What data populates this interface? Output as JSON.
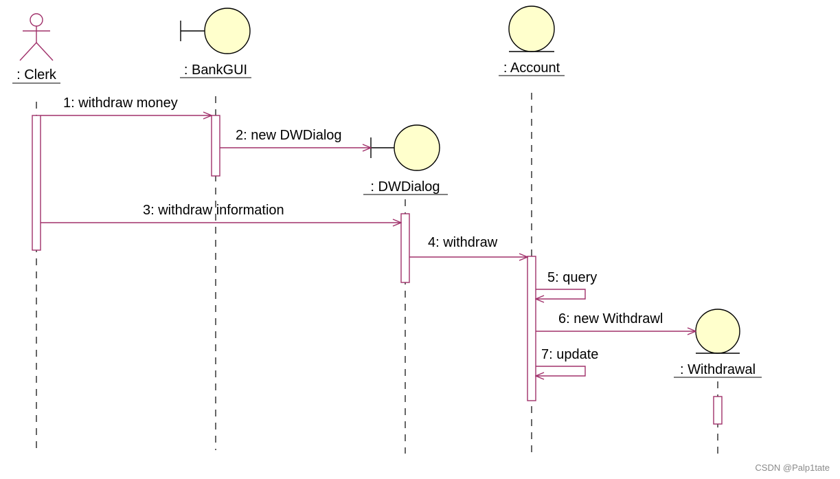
{
  "colors": {
    "message_line": "#a0306a",
    "activation_stroke": "#a0306a",
    "object_fill": "#ffffcc",
    "object_stroke": "#000000",
    "lifeline": "#000000",
    "text": "#000000",
    "watermark": "#8a8a8a"
  },
  "objects": {
    "clerk": {
      "label": ": Clerk",
      "icon": "actor-icon"
    },
    "bankgui": {
      "label": ": BankGUI",
      "icon": "boundary-icon"
    },
    "dwdialog": {
      "label": ": DWDialog",
      "icon": "boundary-icon"
    },
    "account": {
      "label": ": Account",
      "icon": "entity-icon"
    },
    "withdrawal": {
      "label": ": Withdrawal",
      "icon": "entity-icon"
    }
  },
  "messages": [
    {
      "label": "1: withdraw money"
    },
    {
      "label": "2: new DWDialog"
    },
    {
      "label": "3: withdraw information"
    },
    {
      "label": "4: withdraw"
    },
    {
      "label": "5: query"
    },
    {
      "label": "6: new Withdrawl"
    },
    {
      "label": "7: update"
    }
  ],
  "watermark": "CSDN @Palp1tate"
}
